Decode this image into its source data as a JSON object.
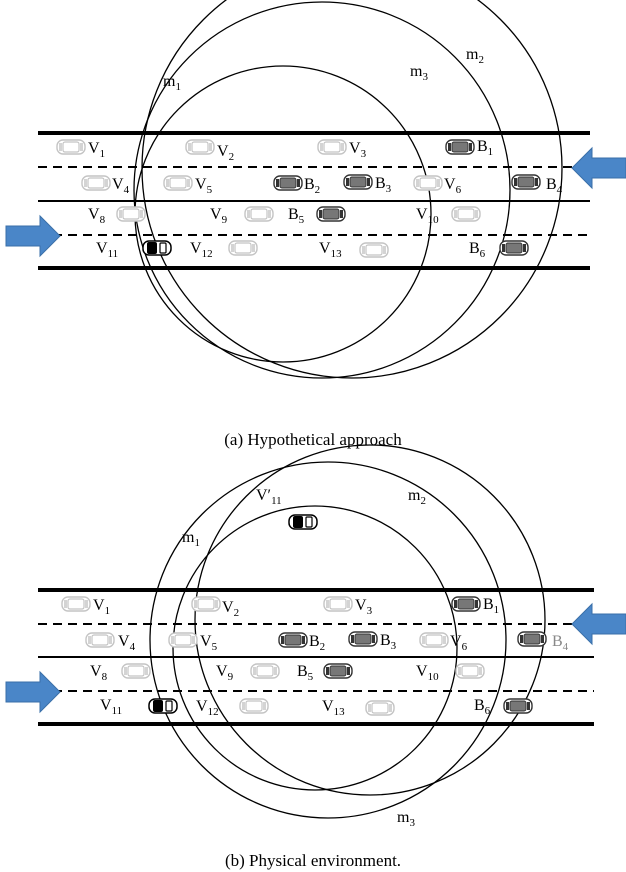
{
  "panels": [
    {
      "caption": "(a) Hypothetical approach",
      "circles": [
        {
          "base": "m",
          "sub": "1"
        },
        {
          "base": "m",
          "sub": "3"
        },
        {
          "base": "m",
          "sub": "2"
        }
      ],
      "vehicles": [
        {
          "base": "V",
          "sub": "1"
        },
        {
          "base": "V",
          "sub": "2"
        },
        {
          "base": "V",
          "sub": "3"
        },
        {
          "base": "V",
          "sub": "4"
        },
        {
          "base": "V",
          "sub": "5"
        },
        {
          "base": "V",
          "sub": "6"
        },
        {
          "base": "V",
          "sub": "8"
        },
        {
          "base": "V",
          "sub": "9"
        },
        {
          "base": "V",
          "sub": "10"
        },
        {
          "base": "V",
          "sub": "11"
        },
        {
          "base": "V",
          "sub": "12"
        },
        {
          "base": "V",
          "sub": "13"
        }
      ],
      "beacons": [
        {
          "base": "B",
          "sub": "1"
        },
        {
          "base": "B",
          "sub": "2"
        },
        {
          "base": "B",
          "sub": "3"
        },
        {
          "base": "B",
          "sub": "4"
        },
        {
          "base": "B",
          "sub": "5"
        },
        {
          "base": "B",
          "sub": "6"
        }
      ]
    },
    {
      "caption": "(b) Physical environment.",
      "virtual_vehicle": {
        "base": "V′",
        "sub": "11"
      },
      "circles": [
        {
          "base": "m",
          "sub": "1"
        },
        {
          "base": "m",
          "sub": "2"
        },
        {
          "base": "m",
          "sub": "3"
        }
      ],
      "vehicles": [
        {
          "base": "V",
          "sub": "1"
        },
        {
          "base": "V",
          "sub": "2"
        },
        {
          "base": "V",
          "sub": "3"
        },
        {
          "base": "V",
          "sub": "4"
        },
        {
          "base": "V",
          "sub": "5"
        },
        {
          "base": "V",
          "sub": "6"
        },
        {
          "base": "V",
          "sub": "8"
        },
        {
          "base": "V",
          "sub": "9"
        },
        {
          "base": "V",
          "sub": "10"
        },
        {
          "base": "V",
          "sub": "11"
        },
        {
          "base": "V",
          "sub": "12"
        },
        {
          "base": "V",
          "sub": "13"
        }
      ],
      "beacons": [
        {
          "base": "B",
          "sub": "1"
        },
        {
          "base": "B",
          "sub": "2"
        },
        {
          "base": "B",
          "sub": "3"
        },
        {
          "base": "B",
          "sub": "4"
        },
        {
          "base": "B",
          "sub": "5"
        },
        {
          "base": "B",
          "sub": "6"
        }
      ]
    }
  ],
  "colors": {
    "arrow": "#4a86c8",
    "arrow_stroke": "#3a6fa8",
    "road": "#000000",
    "faded_car": "#bbbbbb",
    "dark_car": "#555555",
    "attacker_car": "#000000"
  }
}
